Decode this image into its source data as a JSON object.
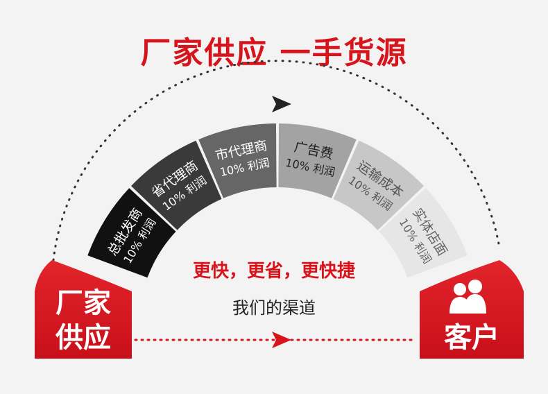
{
  "title": "厂家供应 一手货源",
  "segments": [
    {
      "name": "总批发商",
      "margin": "10% 利润",
      "fill": "#111111",
      "text_color": "#ffffff"
    },
    {
      "name": "省代理商",
      "margin": "10% 利润",
      "fill": "#3a3a3a",
      "text_color": "#ffffff"
    },
    {
      "name": "市代理商",
      "margin": "10% 利润",
      "fill": "#666666",
      "text_color": "#ffffff"
    },
    {
      "name": "广告费",
      "margin": "10% 利润",
      "fill": "#a3a3a3",
      "text_color": "#222222"
    },
    {
      "name": "运输成本",
      "margin": "10% 利润",
      "fill": "#c7c7c7",
      "text_color": "#555555"
    },
    {
      "name": "实体店面",
      "margin": "10% 利润",
      "fill": "#e6e6e6",
      "text_color": "#666666"
    }
  ],
  "slogan": "更快，更省，更快捷",
  "caption": "我们的渠道",
  "left_block": {
    "line1": "厂家",
    "line2": "供应"
  },
  "right_block": {
    "label": "客户",
    "icon": "users-icon"
  },
  "colors": {
    "accent": "#d7141c",
    "background": "#f3f3f3"
  }
}
